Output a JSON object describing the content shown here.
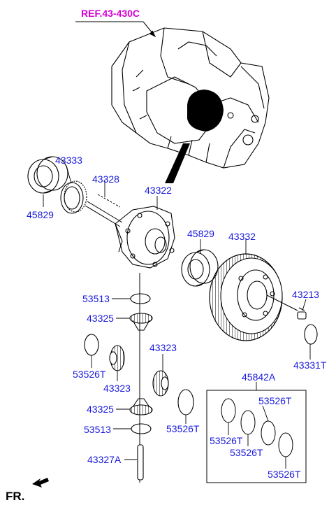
{
  "ref_label": "REF.43-430C",
  "fr_label": "FR.",
  "parts": {
    "p43333": "43333",
    "p43328": "43328",
    "p43322": "43322",
    "p45829_left": "45829",
    "p45829_right": "45829",
    "p43332": "43332",
    "p43213": "43213",
    "p53513_top": "53513",
    "p43325_top": "43325",
    "p43331T": "43331T",
    "p53526T_left": "53526T",
    "p43323_left": "43323",
    "p43323_mid": "43323",
    "p43325_bottom": "43325",
    "p53513_bottom": "53513",
    "p53526T_mid": "53526T",
    "p43327A": "43327A",
    "p45842A": "45842A",
    "kit_53526T_1": "53526T",
    "kit_53526T_2": "53526T",
    "kit_53526T_3": "53526T",
    "kit_53526T_4": "53526T"
  },
  "colors": {
    "label": "#1a1adc",
    "ref": "#d400d4",
    "line": "#000000"
  }
}
